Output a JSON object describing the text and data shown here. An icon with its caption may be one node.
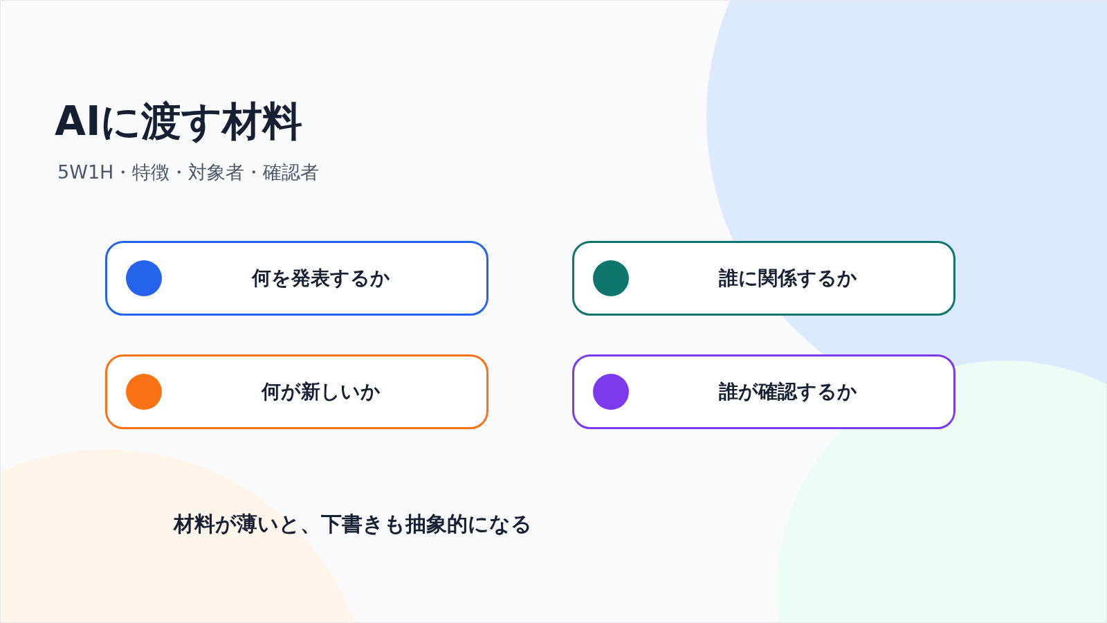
{
  "diagram": {
    "title": "AIに渡す材料",
    "nodes": [
      {
        "text": [
          "何を発表するか"
        ]
      },
      {
        "text": [
          "誰に関係するか"
        ]
      },
      {
        "text": [
          "何が新しいか"
        ]
      },
      {
        "text": [
          "誰が確認するか"
        ]
      }
    ],
    "labels": [
      "5W1H・特徴・対象者・確認者",
      "材料が薄いと、下書きも抽象的になる"
    ]
  }
}
